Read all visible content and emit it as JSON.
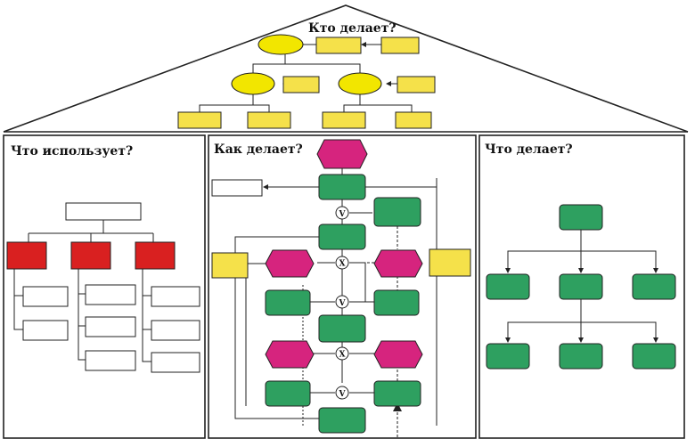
{
  "titles": {
    "roof": "Кто делает?",
    "left": "Что использует?",
    "middle": "Как делает?",
    "right": "Что делает?"
  },
  "colors": {
    "org_unit": "#f2e600",
    "position": "#f5e14a",
    "resource": "#d92020",
    "function": "#2ea060",
    "event": "#d6247e",
    "document": "#ffffff",
    "line": "#222222"
  },
  "connectors": {
    "xor": "X",
    "and": "V"
  }
}
